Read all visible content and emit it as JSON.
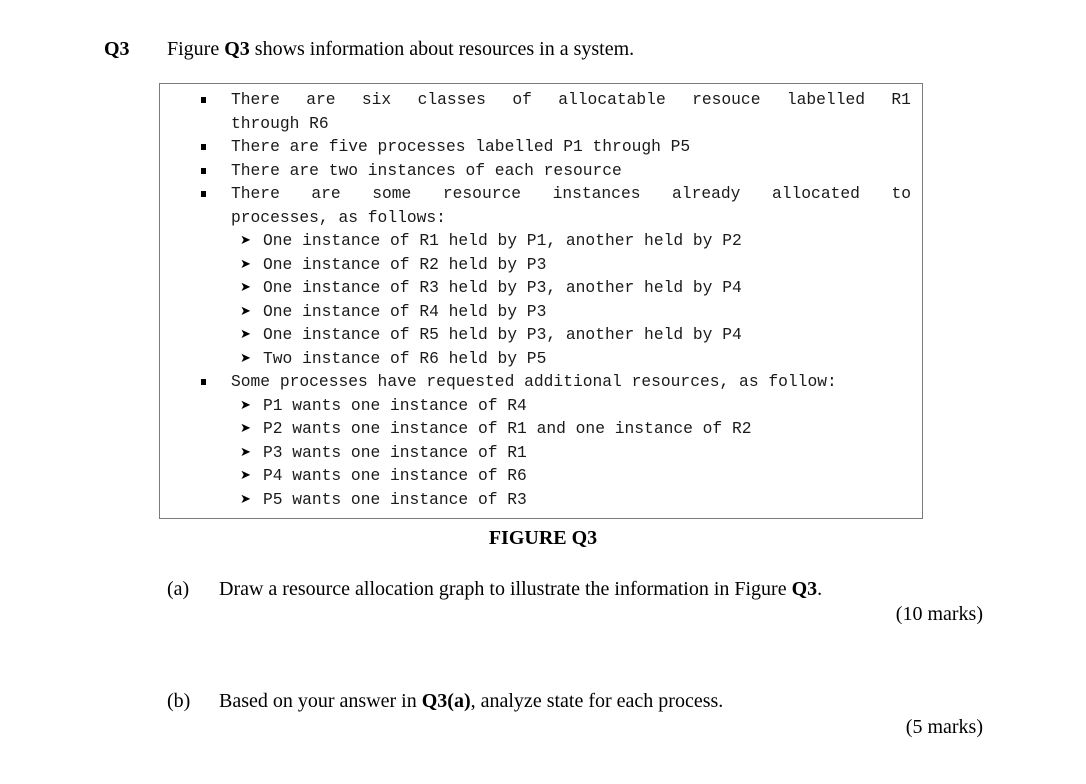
{
  "question": {
    "number": "Q3",
    "intro_prefix": "Figure ",
    "intro_ref": "Q3",
    "intro_suffix": " shows information about resources in a system."
  },
  "figure": {
    "bullets": [
      {
        "words": [
          "There",
          "are",
          "six",
          "classes",
          "of",
          "allocatable",
          "resouce",
          "labelled",
          "R1"
        ],
        "continuation": "through R6"
      },
      {
        "text": "There are five processes labelled P1 through P5"
      },
      {
        "text": "There are two instances of each resource"
      },
      {
        "words": [
          "There",
          "are",
          "some",
          "resource",
          "instances",
          "already",
          "allocated",
          "to"
        ],
        "continuation": "processes, as follows:"
      },
      {
        "text": "Some processes have requested additional resources, as follow:"
      }
    ],
    "allocations": [
      "One instance of R1 held by P1, another held by P2",
      "One instance of R2 held by P3",
      "One instance of R3 held by P3, another held by P4",
      "One instance of R4 held by P3",
      "One instance of R5 held by P3, another held by P4",
      "Two instance of R6 held by P5"
    ],
    "requests": [
      "P1 wants one instance of R4",
      "P2 wants one instance of R1 and one instance of R2",
      "P3 wants one instance of R1",
      "P4 wants one instance of R6",
      "P5 wants one instance of R3"
    ],
    "caption": "FIGURE Q3"
  },
  "parts": {
    "a": {
      "label": "(a)",
      "text_prefix": "Draw a resource allocation graph to illustrate the information in Figure ",
      "text_ref": "Q3",
      "text_suffix": ".",
      "marks": "(10 marks)"
    },
    "b": {
      "label": "(b)",
      "text_prefix": "Based on your answer in ",
      "text_ref": "Q3(a)",
      "text_suffix": ", analyze state for each process.",
      "marks": "(5 marks)"
    }
  }
}
